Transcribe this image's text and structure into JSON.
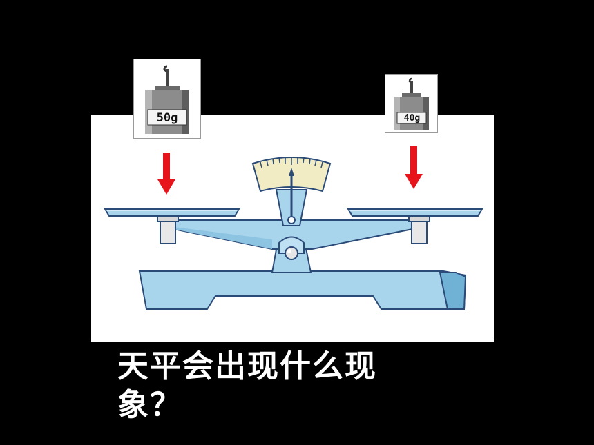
{
  "slide": {
    "background": "#000000",
    "panel_background": "#ffffff"
  },
  "weights": {
    "left": {
      "label": "50g",
      "icon": "weight-icon"
    },
    "right": {
      "label": "40g",
      "icon": "weight-icon"
    }
  },
  "arrows": {
    "color": "#e8141c",
    "icon": "arrow-down-icon"
  },
  "balance": {
    "icon": "balance-scale-icon",
    "body_color": "#a8d4ec",
    "outline_color": "#2a4a78",
    "dial_color": "#f2ecc4"
  },
  "question": {
    "text": "天平会出现什么现象？"
  }
}
